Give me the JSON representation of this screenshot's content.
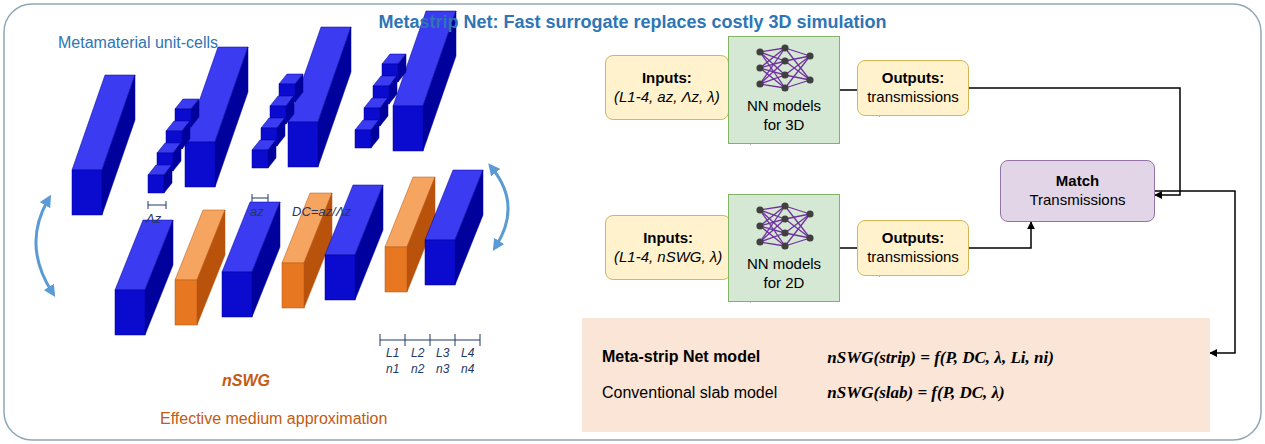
{
  "diagram": {
    "title": "Metastrip Net: Fast surrogate replaces costly 3D simulation",
    "nodes": [
      {
        "text": [
          "Inputs:",
          "(L1-4, az, Λz, λ)"
        ]
      },
      {
        "text": [
          "NN models for 3D"
        ]
      },
      {
        "text": [
          "Outputs:",
          "transmissions"
        ]
      },
      {
        "text": [
          "Match",
          "Transmissions"
        ]
      },
      {
        "text": [
          "Inputs:",
          "(L1-4, nSWG, λ)"
        ]
      },
      {
        "text": [
          "NN models for 2D"
        ]
      },
      {
        "text": [
          "Outputs:",
          "transmissions"
        ]
      },
      {
        "text": [
          "Meta-strip Net model",
          "nSWG(strip) = f(P, DC, λ, Li, ni)",
          "Conventional slab model",
          "nSWG(slab) = f(P, DC, λ)"
        ]
      }
    ],
    "edges": [
      {
        "from": 0,
        "to": 1,
        "arrow": "to"
      },
      {
        "from": 1,
        "to": 2,
        "arrow": "to"
      },
      {
        "from": 2,
        "to": 3,
        "arrow": "to"
      },
      {
        "from": 4,
        "to": 5,
        "arrow": "to"
      },
      {
        "from": 5,
        "to": 6,
        "arrow": "to"
      },
      {
        "from": 6,
        "to": 3,
        "arrow": "to"
      },
      {
        "from": 3,
        "to": 7,
        "arrow": "to"
      }
    ],
    "labels": [
      "Metamaterial unit-cells",
      "Λz",
      "az",
      "DC=az/Λz",
      "nSWG",
      "Effective medium approximation",
      "L1",
      "L2",
      "L3",
      "L4",
      "n1",
      "n2",
      "n3",
      "n4"
    ]
  }
}
